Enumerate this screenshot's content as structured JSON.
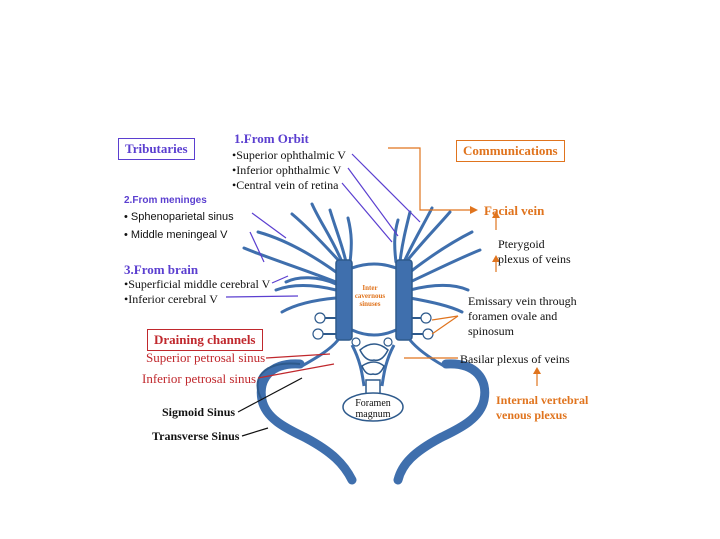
{
  "tributaries": {
    "title": "Tributaries",
    "orbit": {
      "heading": "1.From Orbit",
      "items": [
        "•Superior ophthalmic  V",
        "•Inferior ophthalmic  V",
        "•Central vein of retina"
      ]
    },
    "meninges": {
      "heading": "2.From meninges",
      "items": [
        "•  Sphenoparietal sinus",
        "•  Middle meningeal V"
      ]
    },
    "brain": {
      "heading": "3.From brain",
      "items": [
        "•Superficial middle cerebral V",
        "•Inferior cerebral  V"
      ]
    }
  },
  "communications": {
    "title": "Communications",
    "facial": "Facial vein",
    "pterygoid": [
      "Pterygoid",
      "plexus of veins"
    ],
    "emissary": [
      "Emissary vein  through",
      "foramen ovale and",
      "spinosum"
    ],
    "basilar": "Basilar plexus of veins",
    "vertebral": [
      "Internal vertebral",
      "venous plexus"
    ]
  },
  "draining": {
    "title": "Draining channels",
    "superior_petrosal": "Superior petrosal sinus",
    "inferior_petrosal": "Inferior petrosal sinus",
    "sigmoid": "Sigmoid Sinus",
    "transverse": "Transverse Sinus"
  },
  "center": {
    "intercavernous": [
      "Inter",
      "cavernous",
      "sinuses"
    ],
    "foramen": [
      "Foramen",
      "magnum"
    ]
  },
  "colors": {
    "vein_fill": "#3f6fad",
    "vein_dark": "#2e5a8c",
    "purple": "#5b3fd0",
    "orange": "#e0741e",
    "red": "#c0282d"
  }
}
